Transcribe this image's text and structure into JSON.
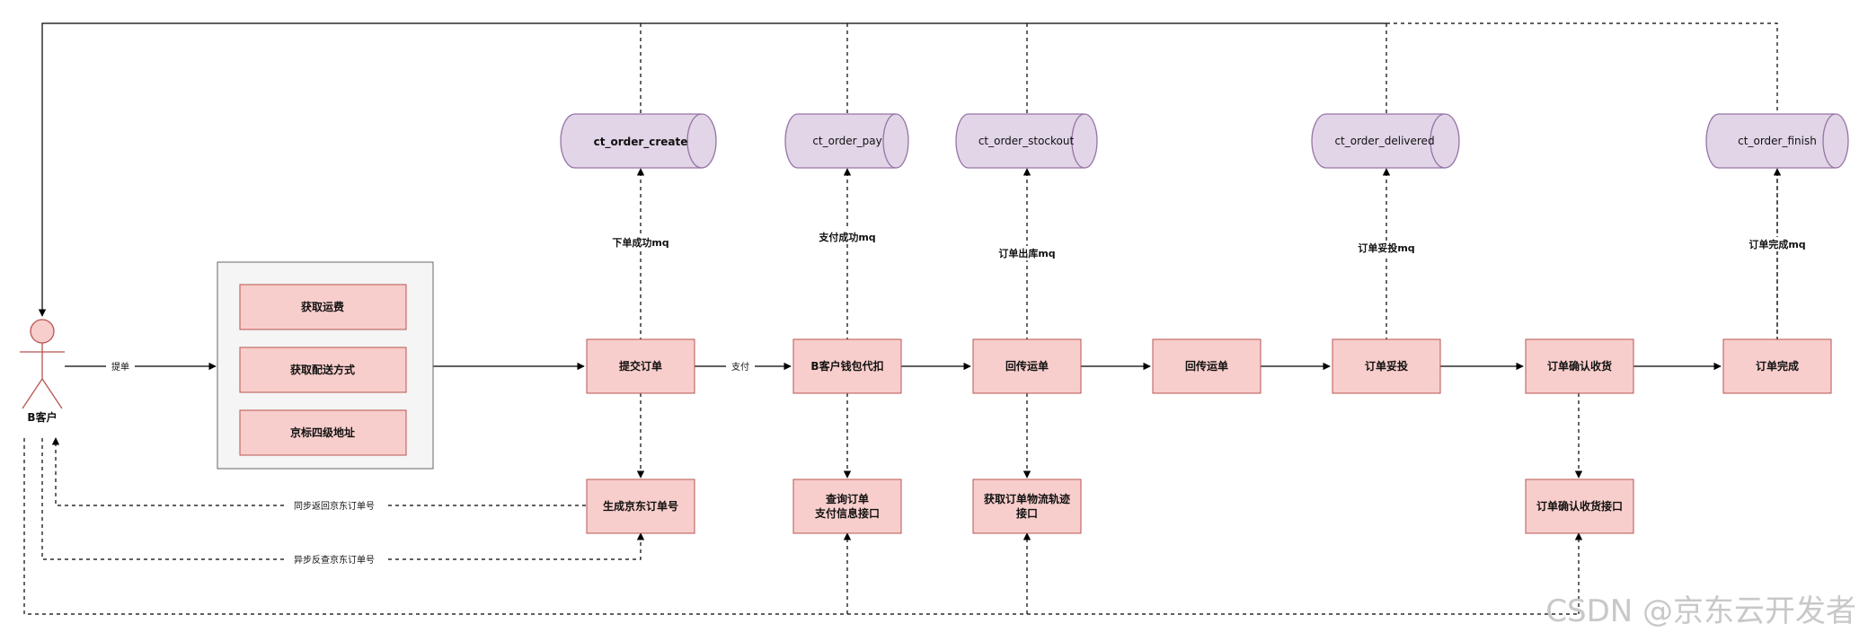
{
  "actor": {
    "label": "B客户"
  },
  "group": {
    "items": [
      {
        "id": "fee",
        "label": "获取运费"
      },
      {
        "id": "delivery",
        "label": "获取配送方式"
      },
      {
        "id": "address",
        "label": "京标四级地址"
      }
    ]
  },
  "flow": [
    {
      "id": "submit",
      "label": "提交订单"
    },
    {
      "id": "wallet",
      "label": "B客户钱包代扣"
    },
    {
      "id": "waybill1",
      "label": "回传运单"
    },
    {
      "id": "waybill2",
      "label": "回传运单"
    },
    {
      "id": "delivered",
      "label": "订单妥投"
    },
    {
      "id": "confirm",
      "label": "订单确认收货"
    },
    {
      "id": "finish",
      "label": "订单完成"
    }
  ],
  "sub": [
    {
      "id": "gen_no",
      "lines": [
        "生成京东订单号"
      ]
    },
    {
      "id": "query_pay",
      "lines": [
        "查询订单",
        "支付信息接口"
      ]
    },
    {
      "id": "track",
      "lines": [
        "获取订单物流轨迹",
        "接口"
      ]
    },
    {
      "id": "confirm_api",
      "lines": [
        "订单确认收货接口"
      ]
    }
  ],
  "topics": [
    {
      "id": "create",
      "label": "ct_order_create",
      "mq": "下单成功mq"
    },
    {
      "id": "pay",
      "label": "ct_order_pay",
      "mq": "支付成功mq"
    },
    {
      "id": "stockout",
      "label": "ct_order_stockout",
      "mq": "订单出库mq"
    },
    {
      "id": "delivered",
      "label": "ct_order_delivered",
      "mq": "订单妥投mq"
    },
    {
      "id": "finish",
      "label": "ct_order_finish",
      "mq": "订单完成mq"
    }
  ],
  "edges": {
    "place_order": "提单",
    "pay": "支付",
    "sync_return": "同步返回京东订单号",
    "async_query": "异步反查京东订单号"
  },
  "watermark": "CSDN @京东云开发者",
  "colors": {
    "box_fill": "#f8cecc",
    "box_stroke": "#b85450",
    "cyl_fill": "#e1d5e7",
    "cyl_stroke": "#9673a6",
    "group_fill": "#f5f5f5",
    "group_stroke": "#666666"
  }
}
